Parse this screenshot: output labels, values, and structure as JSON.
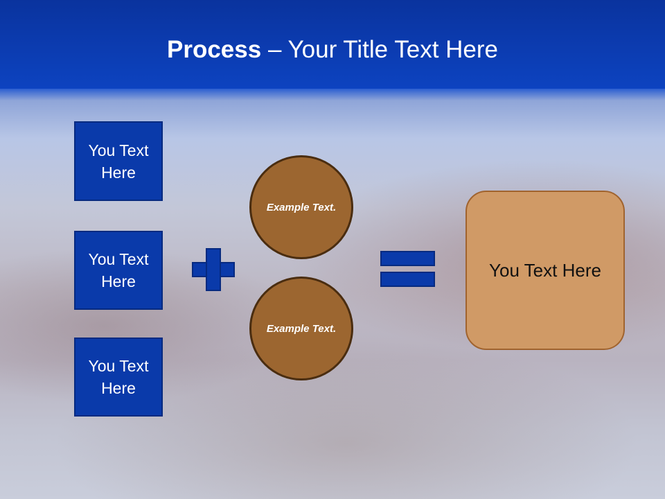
{
  "title": {
    "bold": "Process",
    "rest": " – Your Title Text Here"
  },
  "left_boxes": [
    "You Text Here",
    "You Text Here",
    "You Text Here"
  ],
  "circles": [
    "Example Text.",
    "Example Text."
  ],
  "result_box": "You Text Here",
  "colors": {
    "blue": "#0a3aaa",
    "brown": "#9c6630",
    "tan": "#d09a66"
  }
}
